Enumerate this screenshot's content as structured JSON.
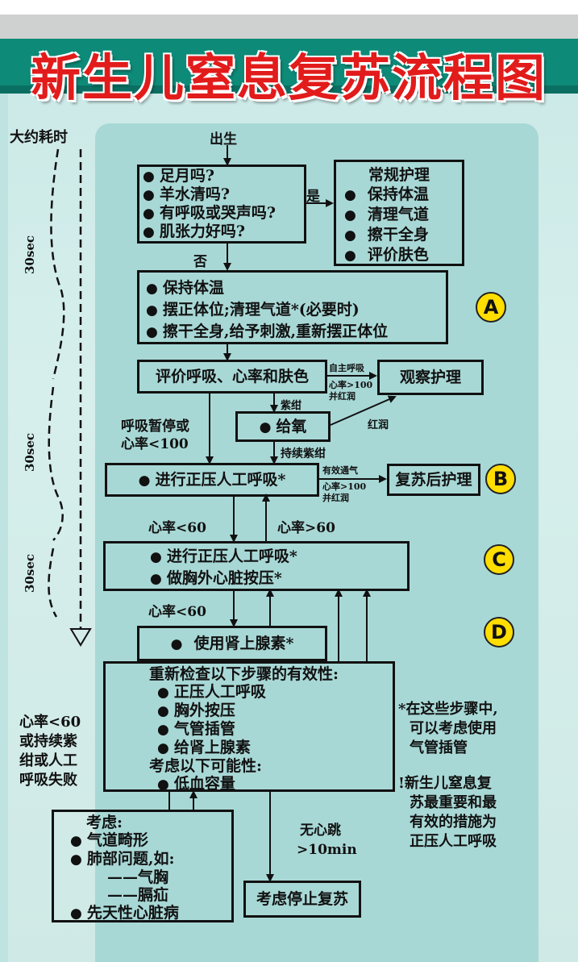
{
  "title": "新生儿窒息复苏流程图",
  "timeline": {
    "label": "大约耗时",
    "segments": [
      "30sec",
      "30sec",
      "30sec"
    ]
  },
  "flow": {
    "birth": "出生",
    "assess": [
      "足月吗?",
      "羊水清吗?",
      "有呼吸或哭声吗?",
      "肌张力好吗?"
    ],
    "yes": "是",
    "no": "否",
    "routine": {
      "title": "常规护理",
      "items": [
        "保持体温",
        "清理气道",
        "擦干全身",
        "评价肤色"
      ]
    },
    "stepA": [
      "保持体温",
      "摆正体位;清理气道*(必要时)",
      "擦干全身,给予刺激,重新摆正体位"
    ],
    "evaluate": "评价呼吸、心率和肤色",
    "spontaneous": [
      "自主呼吸",
      "心率>100",
      "并红润"
    ],
    "observe": "观察护理",
    "cyanosis": "紫绀",
    "oxygen": "给氧",
    "pink": "红润",
    "apnea": [
      "呼吸暂停或",
      "心率<100"
    ],
    "persistent_cyanosis": "持续紫绀",
    "stepB": "进行正压人工呼吸*",
    "effective": [
      "有效通气",
      "心率>100",
      "并红润"
    ],
    "post_care": "复苏后护理",
    "hr_lt60_1": "心率<60",
    "hr_gt60": "心率>60",
    "stepC": [
      "进行正压人工呼吸*",
      "做胸外心脏按压*"
    ],
    "hr_lt60_2": "心率<60",
    "stepD": "使用肾上腺素*",
    "recheck": {
      "title": "重新检查以下步骤的有效性:",
      "items": [
        "正压人工呼吸",
        "胸外按压",
        "气管插管",
        "给肾上腺素"
      ],
      "consider_title": "考虑以下可能性:",
      "consider_items": [
        "低血容量"
      ]
    },
    "fail_note": [
      "心率<60",
      "或持续紫",
      "绀或人工",
      "呼吸失败"
    ],
    "consider": {
      "title": "考虑:",
      "items": [
        "气道畸形",
        "肺部问题,如:",
        "——气胸",
        "——膈疝",
        "先天性心脏病"
      ]
    },
    "no_heartbeat": [
      "无心跳",
      ">10min"
    ],
    "stop": "考虑停止复苏"
  },
  "badges": [
    "A",
    "B",
    "C",
    "D"
  ],
  "notes": {
    "star": [
      "*在这些步骤中,",
      "可以考虑使用",
      "气管插管"
    ],
    "bang": [
      "!新生儿窒息复",
      "苏最重要和最",
      "有效的措施为",
      "正压人工呼吸"
    ]
  },
  "colors": {
    "title": "#e21b1b",
    "teal": "#0e8a78",
    "panel": "#a8d8d6",
    "badge": "#ffde00"
  }
}
